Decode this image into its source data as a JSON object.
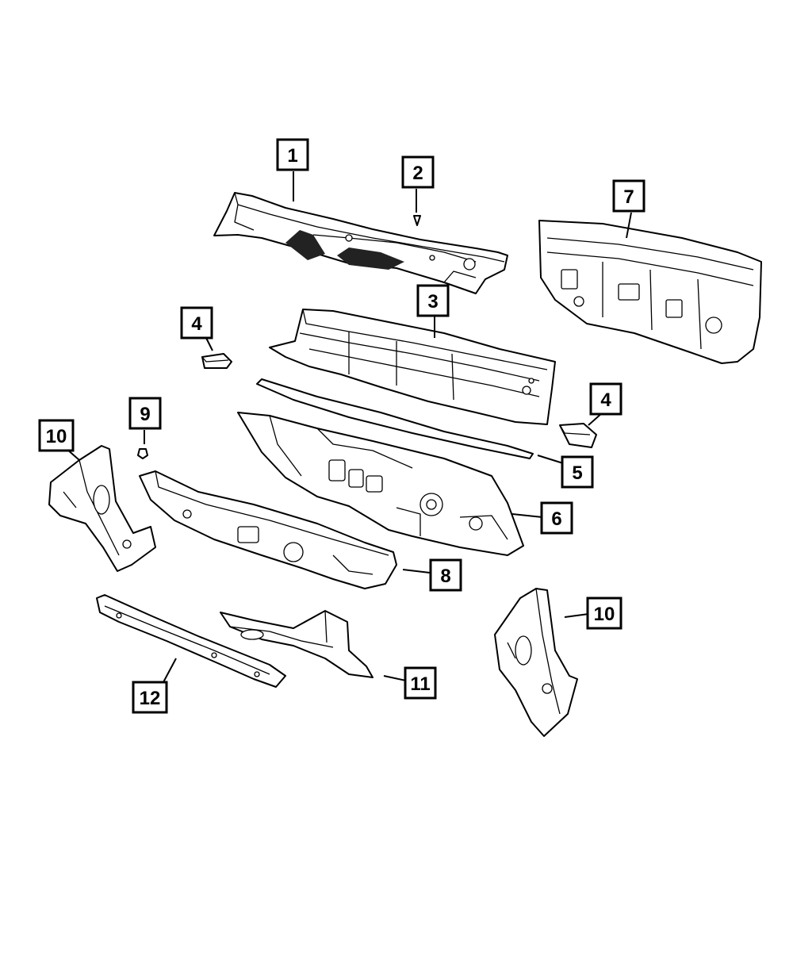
{
  "diagram": {
    "callouts": [
      {
        "id": "c1",
        "label": "1"
      },
      {
        "id": "c2",
        "label": "2"
      },
      {
        "id": "c3",
        "label": "3"
      },
      {
        "id": "c4a",
        "label": "4"
      },
      {
        "id": "c4b",
        "label": "4"
      },
      {
        "id": "c5",
        "label": "5"
      },
      {
        "id": "c6",
        "label": "6"
      },
      {
        "id": "c7",
        "label": "7"
      },
      {
        "id": "c8",
        "label": "8"
      },
      {
        "id": "c9",
        "label": "9"
      },
      {
        "id": "c10a",
        "label": "10"
      },
      {
        "id": "c10b",
        "label": "10"
      },
      {
        "id": "c11",
        "label": "11"
      },
      {
        "id": "c12",
        "label": "12"
      }
    ]
  }
}
